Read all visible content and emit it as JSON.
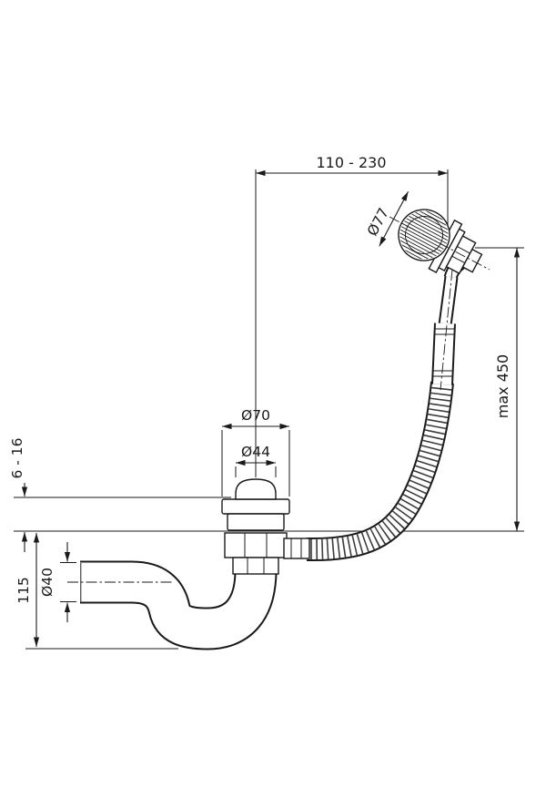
{
  "dimensions": {
    "top_span": "110 - 230",
    "cap_diameter": "Ø77",
    "hose_max": "max 450",
    "flange_diameter": "Ø70",
    "plug_diameter": "Ø44",
    "panel_thickness": "6 - 16",
    "trap_depth": "115",
    "pipe_diameter": "Ø40"
  },
  "colors": {
    "line": "#1a1a1a",
    "background": "#ffffff"
  }
}
